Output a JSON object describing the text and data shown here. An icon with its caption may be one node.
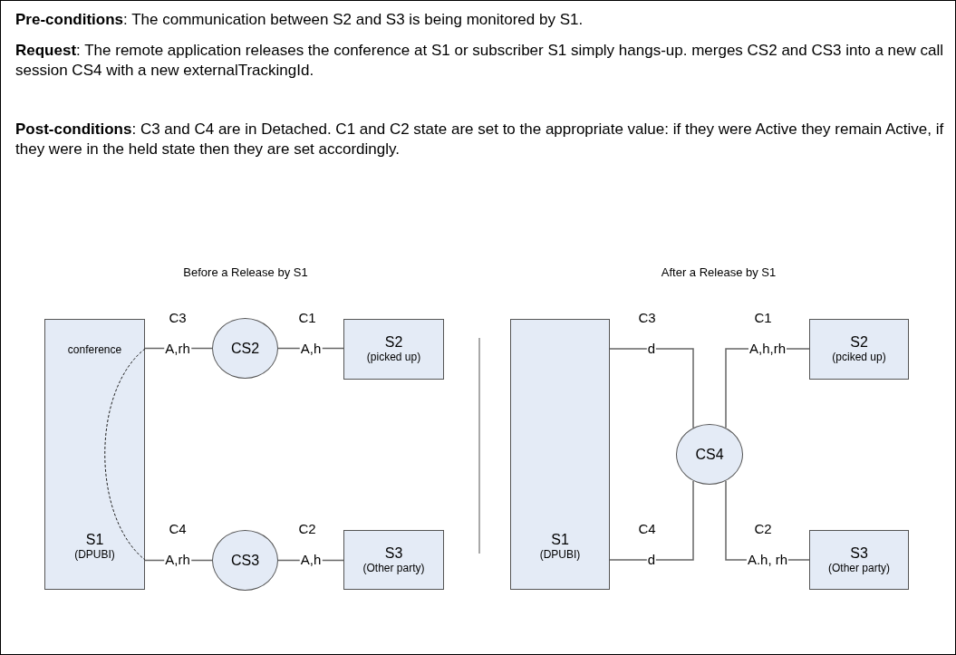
{
  "diagram": {
    "nodes": [
      {
        "text": [
          "conference",
          "S1",
          "(DPUBI)"
        ]
      },
      {
        "text": [
          "CS2"
        ]
      },
      {
        "text": [
          "S2",
          "(picked up)"
        ]
      },
      {
        "text": [
          "CS3"
        ]
      },
      {
        "text": [
          "S3",
          "(Other party)"
        ]
      },
      {
        "text": [
          "S1",
          "(DPUBI)"
        ]
      },
      {
        "text": [
          "CS4"
        ]
      },
      {
        "text": [
          "S2",
          "(pciked up)"
        ]
      },
      {
        "text": [
          "S3",
          "(Other party)"
        ]
      }
    ],
    "edges": [
      {
        "from": 0,
        "to": 1,
        "arrow": "none",
        "label": "A,rh"
      },
      {
        "from": 1,
        "to": 2,
        "arrow": "none",
        "label": "A,h"
      },
      {
        "from": 0,
        "to": 3,
        "arrow": "none",
        "label": "A,rh"
      },
      {
        "from": 3,
        "to": 4,
        "arrow": "none",
        "label": "A,h"
      },
      {
        "from": 5,
        "to": 6,
        "arrow": "none",
        "label": "d"
      },
      {
        "from": 5,
        "to": 6,
        "arrow": "none",
        "label": "d"
      },
      {
        "from": 6,
        "to": 7,
        "arrow": "none",
        "label": "A,h,rh"
      },
      {
        "from": 6,
        "to": 8,
        "arrow": "none",
        "label": "A.h, rh"
      }
    ],
    "labels": [
      "**Pre-conditions**:  The communication between S2 and S3 is being monitored by S1.",
      "**Request**:  The remote application releases the conference at S1 or subscriber S1 simply hangs-up. merges CS2 and CS3 into a new call session CS4 with a new externalTrackingId.",
      "**Post-conditions**:  C3 and C4 are in Detached.  C1 and C2 state are set to the appropriate value:  if they were Active they remain Active, if they were in the held state then they are set accordingly.",
      "Before a Release by S1",
      "After a Release by S1",
      "C3",
      "C1",
      "C4",
      "C2",
      "C3",
      "C1",
      "C4",
      "C2"
    ]
  }
}
